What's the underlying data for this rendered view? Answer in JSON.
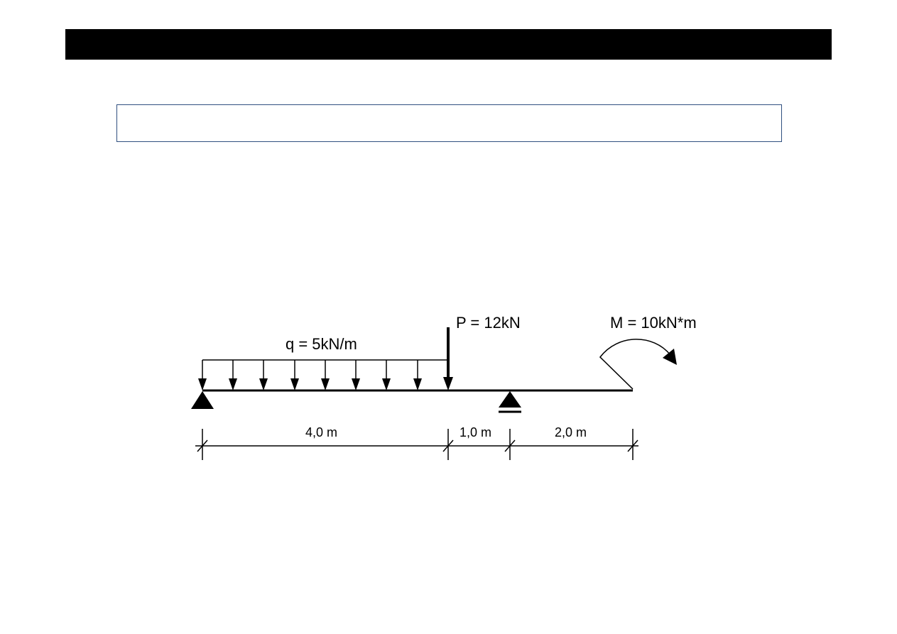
{
  "header": {
    "bar_color": "#000000"
  },
  "frame": {
    "border_color": "#2f4f7f"
  },
  "diagram": {
    "loads": {
      "distributed": "q = 5kN/m",
      "point": "P = 12kN",
      "moment": "M = 10kN*m"
    },
    "dimensions": {
      "segment_1": "4,0 m",
      "segment_2": "1,0 m",
      "segment_3": "2,0 m"
    },
    "supports": {
      "left": "pin-support-icon",
      "right": "roller-support-icon"
    }
  }
}
